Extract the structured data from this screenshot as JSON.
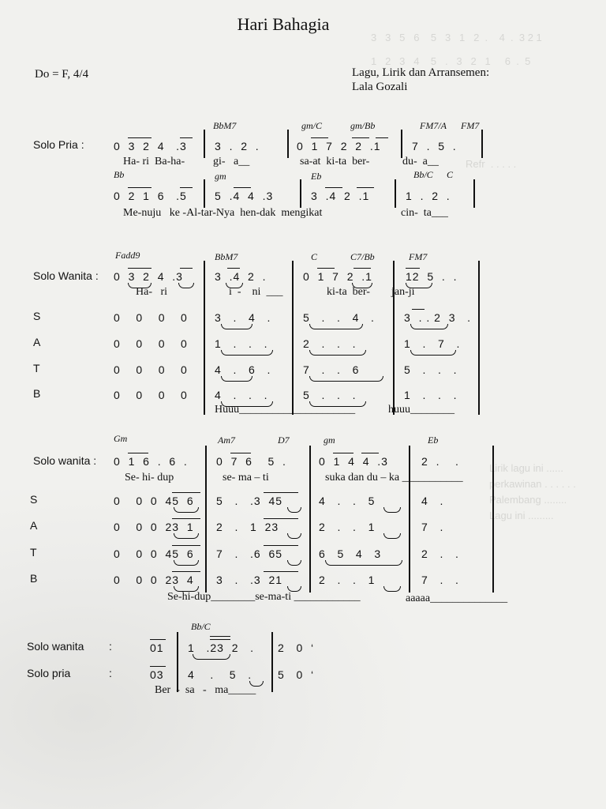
{
  "title": "Hari Bahagia",
  "key_signature": "Do = F, 4/4",
  "credit_label": "Lagu, Lirik dan Arransemen:",
  "composer": "Lala Gozali",
  "system1": {
    "part_label": "Solo Pria :",
    "chords_a": [
      "BbM7",
      "gm/C",
      "gm/Bb",
      "FM7/A",
      "FM7"
    ],
    "row_a": [
      "0  3  2  4   .3",
      "3  .  2  .",
      "0  1  7  2  2  .1",
      "7  .  5  ."
    ],
    "lyrics_a": [
      "Ha- ri  Ba-ha-",
      "gi-   a__",
      "sa-at  ki-ta  ber-",
      "du-  a__"
    ],
    "chords_b": [
      "Bb",
      "gm",
      "Eb",
      "Bb/C",
      "C"
    ],
    "row_b": [
      "0  2  1  6   .5",
      "5  .4  4  .3",
      "3  .4  2  .1",
      "1  .  2  ."
    ],
    "lyrics_b": [
      "Me-nuju   ke -Al-tar-Nya  hen-dak  mengikat",
      "cin-  ta___"
    ]
  },
  "system2": {
    "part_label": "Solo Wanita :",
    "chords": [
      "Fadd9",
      "BbM7",
      "C",
      "C7/Bb",
      "FM7"
    ],
    "solo": [
      "0  3  2  4  .3",
      "3  .4  2  .",
      "0  1  7  2  .1",
      "12  5  .  ."
    ],
    "solo_lyrics": [
      "Ha-   ri",
      "i  -    ni  ___",
      "ki-ta  ber-",
      "jan-ji"
    ],
    "voices": [
      {
        "label": "S",
        "m0": "0    0    0    0",
        "m1": "3   .   4   .",
        "m2": "5   .   .   4   .",
        "m3": "3  . . 2  3   ."
      },
      {
        "label": "A",
        "m0": "0    0    0    0",
        "m1": "1   .   .   .",
        "m2": "2   .   .   .",
        "m3": "1   .   7   ."
      },
      {
        "label": "T",
        "m0": "0    0    0    0",
        "m1": "4   .   6   .",
        "m2": "7   .   .   6",
        "m3": "5   .   .   ."
      },
      {
        "label": "B",
        "m0": "0    0    0    0",
        "m1": "4   .   .   .",
        "m2": "5   .   .   .",
        "m3": "1   .   .   ."
      }
    ],
    "choir_lyrics": [
      "Huuu_____________________",
      "huuu________"
    ]
  },
  "system3": {
    "part_label": "Solo wanita :",
    "chords": [
      "Gm",
      "Am7",
      "D7",
      "gm",
      "Eb"
    ],
    "solo": [
      "0  1  6  .  6  .",
      "0  7  6    5  .",
      "0  1  4  4  .3",
      "2  .    ."
    ],
    "solo_lyrics": [
      "Se- hi- dup",
      "se- ma – ti",
      "suka dan du – ka ___________"
    ],
    "voices": [
      {
        "label": "S",
        "m0": "0    0  0  45  6",
        "m1": "5   .   .3  45",
        "m2": "4   .   .   5",
        "m3": "4   ."
      },
      {
        "label": "A",
        "m0": "0    0  0  23  1",
        "m1": "2   .   1  23",
        "m2": "2   .   .   1",
        "m3": "7   ."
      },
      {
        "label": "T",
        "m0": "0    0  0  45  6",
        "m1": "7   .   .6  65",
        "m2": "6   5   4   3",
        "m3": "2   .   ."
      },
      {
        "label": "B",
        "m0": "0    0  0  23  4",
        "m1": "3   .   .3  21",
        "m2": "2   .   .   1",
        "m3": "7   .   ."
      }
    ],
    "choir_lyrics": [
      "Se-hi-dup________se-ma-ti ____________",
      "aaaaa______________"
    ]
  },
  "system4": {
    "chords": [
      "Bb/C"
    ],
    "parts": [
      {
        "label": "Solo wanita",
        "colon": ":",
        "pickup": "01",
        "m1": "1   .23  2   .",
        "m2": "2   0  ‘"
      },
      {
        "label": "Solo pria",
        "colon": ":",
        "pickup": "03",
        "m1": "4    .    5   .",
        "m2": "5   0  ‘"
      }
    ],
    "lyrics": "Ber  -  sa   -   ma_____"
  }
}
